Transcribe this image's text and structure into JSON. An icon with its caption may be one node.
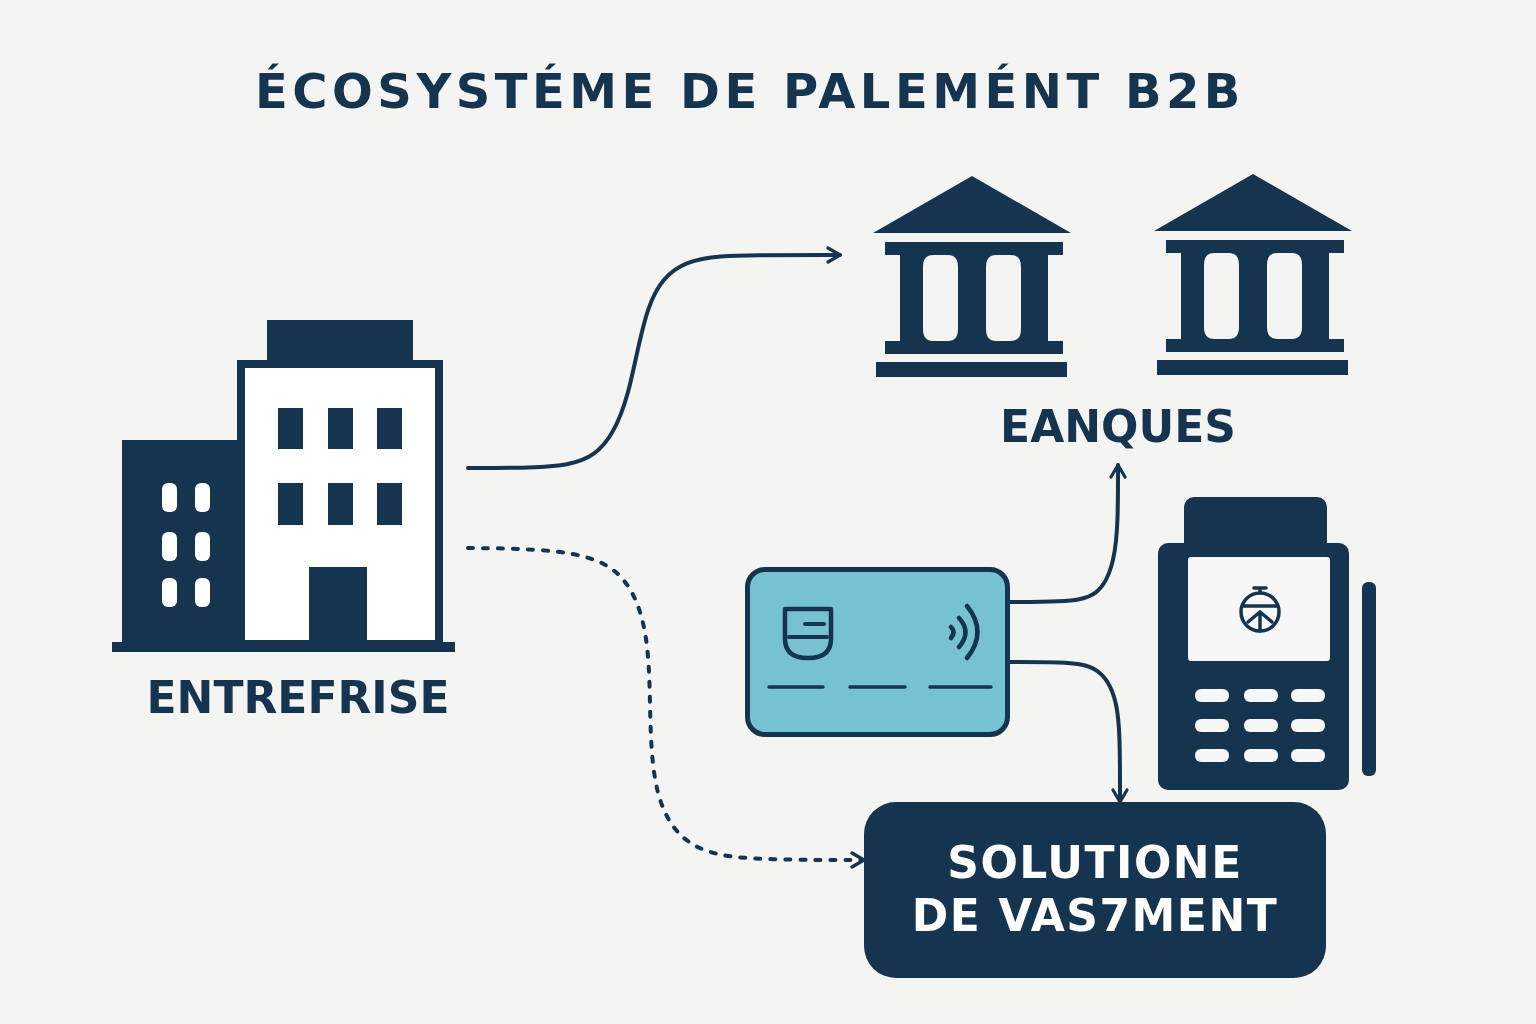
{
  "diagram": {
    "title": "ÉCOSYSTÉME DE PALEMÉNT B2B",
    "nodes": [
      {
        "text": [
          "ENTREFRISE"
        ]
      },
      {
        "text": [
          "EANQUES"
        ]
      },
      {
        "text": [],
        "shape": "picture"
      },
      {
        "text": [
          "SOLUTIONE DE VAS7MENT"
        ]
      }
    ],
    "edges": [
      {
        "from": 0,
        "to": 1,
        "arrow": "to"
      },
      {
        "from": 0,
        "to": 3,
        "arrow": "to",
        "style": "dashed"
      },
      {
        "from": 2,
        "to": 1,
        "arrow": "to"
      },
      {
        "from": 2,
        "to": 3,
        "arrow": "to"
      }
    ]
  }
}
